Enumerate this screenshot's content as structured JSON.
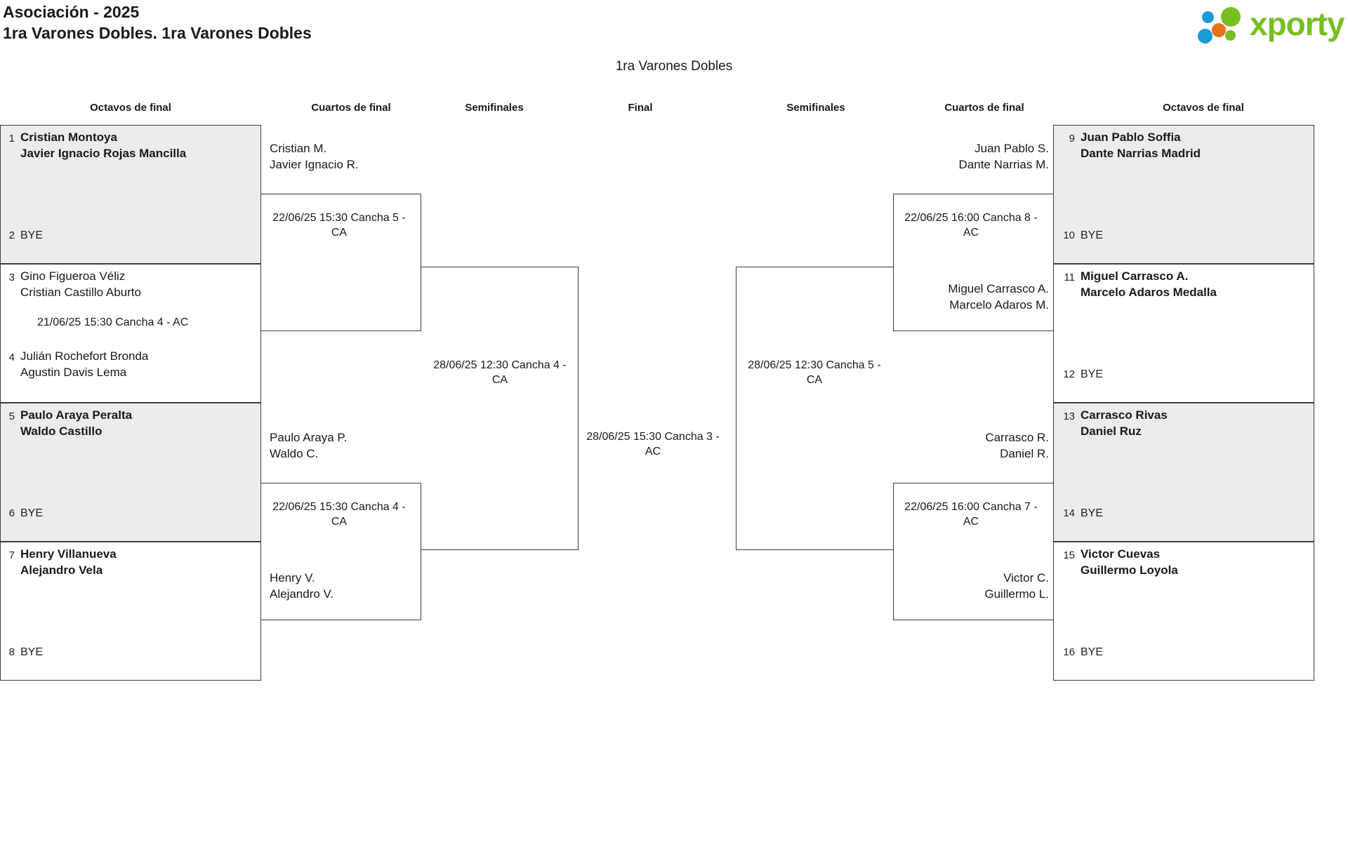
{
  "header": {
    "title_line1": "Asociación - 2025",
    "title_line2": "1ra Varones Dobles. 1ra Varones Dobles",
    "logo_word": "xporty"
  },
  "bracket": {
    "title": "1ra Varones Dobles",
    "round_headers": {
      "left_octavos": "Octavos de final",
      "left_cuartos": "Cuartos de final",
      "left_semis": "Semifinales",
      "final": "Final",
      "right_semis": "Semifinales",
      "right_cuartos": "Cuartos de final",
      "right_octavos": "Octavos de final"
    },
    "bye_label": "BYE",
    "left_octavos": [
      {
        "seed_top": "1",
        "player1": "Cristian Montoya",
        "player2": "Javier Ignacio Rojas Mancilla",
        "winner": true,
        "seed_bottom": "2",
        "bottom_text": "BYE",
        "match": ""
      },
      {
        "seed_top": "3",
        "player1": "Gino Figueroa Véliz",
        "player2": "Cristian Castillo Aburto",
        "winner": false,
        "seed_bottom": "4",
        "bottom_player1": "Julián Rochefort Bronda",
        "bottom_player2": "Agustin Davis Lema",
        "match": "21/06/25 15:30 Cancha 4 - AC"
      },
      {
        "seed_top": "5",
        "player1": "Paulo Araya Peralta",
        "player2": "Waldo Castillo",
        "winner": true,
        "seed_bottom": "6",
        "bottom_text": "BYE",
        "match": ""
      },
      {
        "seed_top": "7",
        "player1": "Henry Villanueva",
        "player2": "Alejandro Vela",
        "winner": true,
        "seed_bottom": "8",
        "bottom_text": "BYE",
        "match": ""
      }
    ],
    "left_cuartos": [
      {
        "top_player1": "Cristian M.",
        "top_player2": "Javier Ignacio R.",
        "match": "22/06/25 15:30 Cancha 5 - CA",
        "bottom_player1": "",
        "bottom_player2": ""
      },
      {
        "top_player1": "Paulo Araya P.",
        "top_player2": "Waldo C.",
        "match": "22/06/25 15:30 Cancha 4 - CA",
        "bottom_player1": "Henry V.",
        "bottom_player2": "Alejandro V."
      }
    ],
    "left_semis": [
      {
        "match": "28/06/25 12:30 Cancha 4 - CA"
      }
    ],
    "final": {
      "match": "28/06/25 15:30 Cancha 3 - AC"
    },
    "right_semis": [
      {
        "match": "28/06/25 12:30 Cancha 5 - CA"
      }
    ],
    "right_cuartos": [
      {
        "top_player1": "Juan Pablo S.",
        "top_player2": "Dante Narrias M.",
        "match": "22/06/25 16:00 Cancha 8 - AC",
        "bottom_player1": "Miguel Carrasco A.",
        "bottom_player2": "Marcelo Adaros M."
      },
      {
        "top_player1": "Carrasco R.",
        "top_player2": "Daniel R.",
        "match": "22/06/25 16:00 Cancha 7 - AC",
        "bottom_player1": "Victor C.",
        "bottom_player2": "Guillermo L."
      }
    ],
    "right_octavos": [
      {
        "seed_top": "9",
        "player1": "Juan Pablo Soffia",
        "player2": "Dante Narrias Madrid",
        "winner": true,
        "seed_bottom": "10",
        "bottom_text": "BYE",
        "match": ""
      },
      {
        "seed_top": "11",
        "player1": "Miguel Carrasco A.",
        "player2": "Marcelo Adaros Medalla",
        "winner": true,
        "seed_bottom": "12",
        "bottom_text": "BYE",
        "match": ""
      },
      {
        "seed_top": "13",
        "player1": "Carrasco Rivas",
        "player2": "Daniel Ruz",
        "winner": true,
        "seed_bottom": "14",
        "bottom_text": "BYE",
        "match": ""
      },
      {
        "seed_top": "15",
        "player1": "Victor Cuevas",
        "player2": "Guillermo Loyola",
        "winner": true,
        "seed_bottom": "16",
        "bottom_text": "BYE",
        "match": ""
      }
    ]
  }
}
